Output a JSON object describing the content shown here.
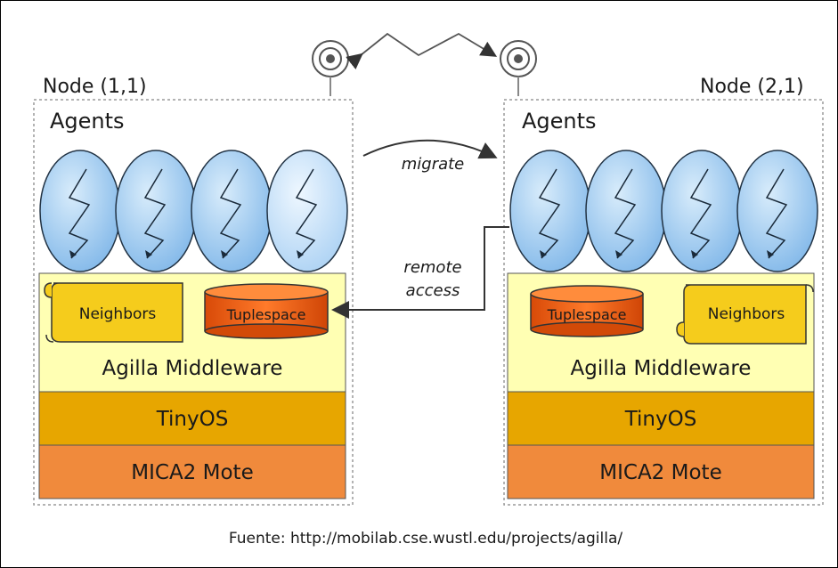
{
  "diagram": {
    "nodes": [
      {
        "title": "Node (1,1)",
        "agents_label": "Agents",
        "neighbors_label": "Neighbors",
        "tuplespace_label": "Tuplespace",
        "middleware_label": "Agilla Middleware",
        "os_label": "TinyOS",
        "hardware_label": "MICA2 Mote"
      },
      {
        "title": "Node (2,1)",
        "agents_label": "Agents",
        "neighbors_label": "Neighbors",
        "tuplespace_label": "Tuplespace",
        "middleware_label": "Agilla Middleware",
        "os_label": "TinyOS",
        "hardware_label": "MICA2 Mote"
      }
    ],
    "migrate_label": "migrate",
    "remote_label_line1": "remote",
    "remote_label_line2": "access",
    "source_text": "Fuente: http://mobilab.cse.wustl.edu/projects/agilla/",
    "colors": {
      "agent_fill": "#8cc0ee",
      "agent_light": "#bcdcf7",
      "middleware": "#ffffb3",
      "tinyos": "#e7a600",
      "mica": "#f08a3c",
      "neighbors": "#f5cc1c",
      "tuplespace": "#e85d12",
      "border": "#333333"
    }
  }
}
